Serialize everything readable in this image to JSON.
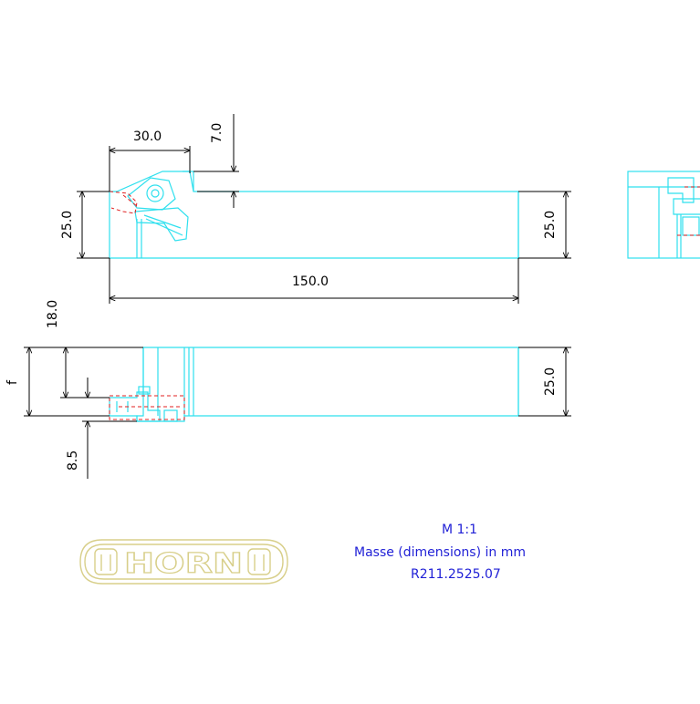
{
  "dimensions": {
    "top_width": "30.0",
    "top_offset": "7.0",
    "height_left": "25.0",
    "height_right": "25.0",
    "length": "150.0",
    "side_offset": "18.0",
    "side_f": "f",
    "side_height": "25.0",
    "side_bottom": "8.5"
  },
  "notes": {
    "scale": "M 1:1",
    "units": "Masse (dimensions) in mm",
    "part_number": "R211.2525.07"
  },
  "logo": {
    "text": "HORN"
  },
  "colors": {
    "outline": "#2fe0ee",
    "dimension": "#000000",
    "hidden": "#e02020",
    "note": "#1f1fd6",
    "logo": "#d8cf8a"
  }
}
